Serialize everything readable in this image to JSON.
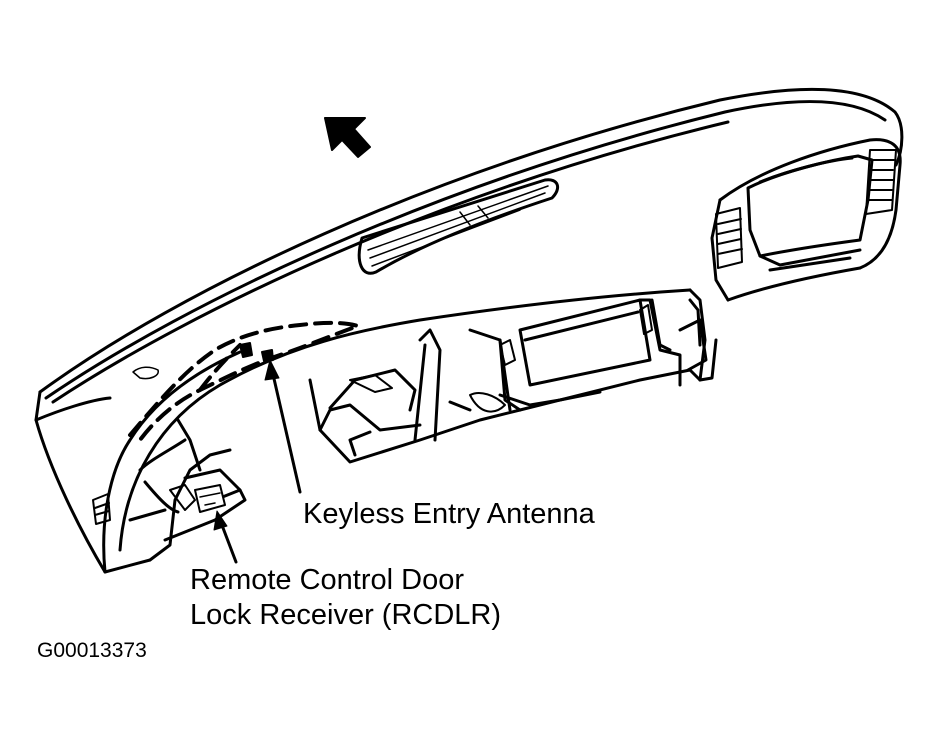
{
  "labels": {
    "antenna": "Keyless Entry Antenna",
    "rcdlr_line1": "Remote Control Door",
    "rcdlr_line2": "Lock Receiver (RCDLR)"
  },
  "figure_id": "G00013373",
  "icons": {
    "direction_arrow": "forward-arrow-icon"
  },
  "colors": {
    "line": "#000000",
    "background": "#ffffff"
  }
}
